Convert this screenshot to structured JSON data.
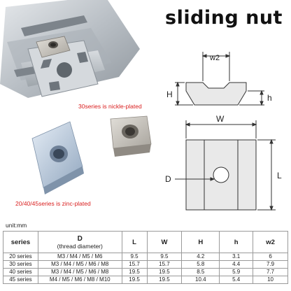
{
  "title": "sliding nut",
  "notes": {
    "nickel": "30series is nickle-plated",
    "zinc": "20/40/45series is zinc-plated",
    "unit": "unit:mm"
  },
  "diagram_labels": {
    "w2": "w2",
    "H": "H",
    "h": "h",
    "W": "W",
    "D": "D",
    "L": "L"
  },
  "table": {
    "headers": {
      "series": "series",
      "D": "D",
      "D_sub": "(thread diameter)",
      "L": "L",
      "W": "W",
      "H": "H",
      "h": "h",
      "w2": "w2"
    },
    "rows": [
      {
        "series": "20 series",
        "D": "M3 / M4 / M5 / M6",
        "L": "9.5",
        "W": "9.5",
        "H": "4.2",
        "h": "3.1",
        "w2": "6"
      },
      {
        "series": "30 series",
        "D": "M3 / M4 / M5 / M6 / M8",
        "L": "15.7",
        "W": "15.7",
        "H": "5.8",
        "h": "4.4",
        "w2": "7.9"
      },
      {
        "series": "40 series",
        "D": "M3 / M4 / M5 / M6 / M8",
        "L": "19.5",
        "W": "19.5",
        "H": "8.5",
        "h": "5.9",
        "w2": "7.7"
      },
      {
        "series": "45 series",
        "D": "M4 / M5 / M6 / M8 / M10",
        "L": "19.5",
        "W": "19.5",
        "H": "10.4",
        "h": "5.4",
        "w2": "10"
      }
    ]
  },
  "colors": {
    "note_red": "#d92020",
    "aluminum": "#c9ced3",
    "zinc": "#aebfd3",
    "nickel": "#c6c3bd",
    "drawing_line": "#333333"
  }
}
